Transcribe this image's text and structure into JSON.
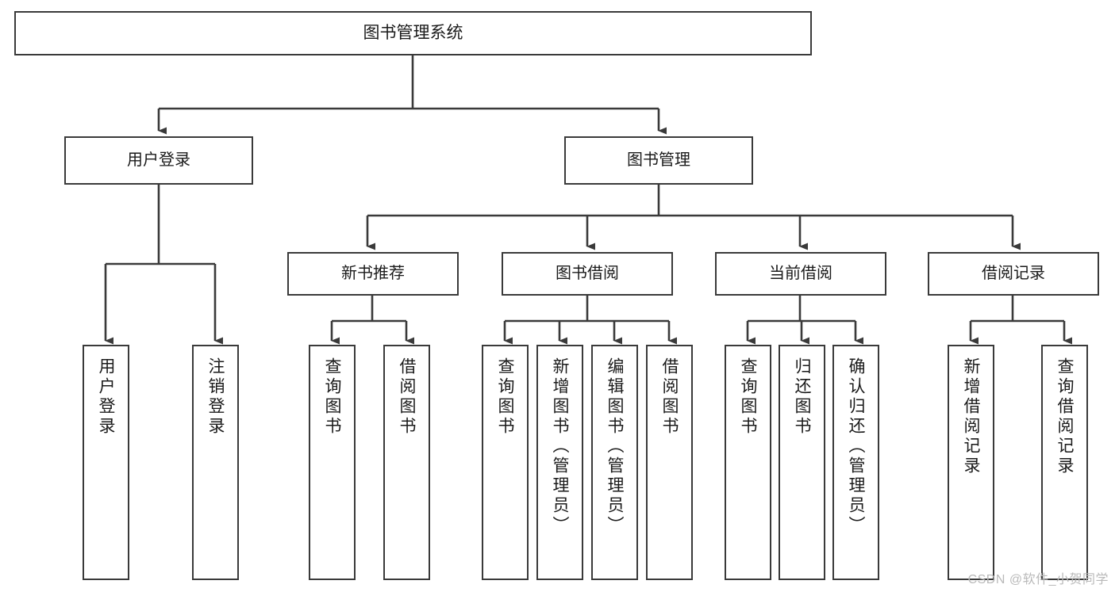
{
  "diagram": {
    "type": "tree",
    "title": "图书管理系统",
    "watermark": "CSDN @软件_小贺同学",
    "colors": {
      "background": "#ffffff",
      "box_border": "#3a3a3a",
      "box_fill": "#ffffff",
      "connector": "#3a3a3a",
      "text": "#1a1a1a",
      "watermark": "#b9b9b9"
    },
    "levels": {
      "root": "图书管理系统",
      "level1": [
        "用户登录",
        "图书管理"
      ],
      "level2": [
        "新书推荐",
        "图书借阅",
        "当前借阅",
        "借阅记录"
      ]
    },
    "nodes": {
      "root": {
        "label": "图书管理系统"
      },
      "user_login": {
        "label": "用户登录"
      },
      "book_manage": {
        "label": "图书管理"
      },
      "new_book_rec": {
        "label": "新书推荐"
      },
      "book_borrow": {
        "label": "图书借阅"
      },
      "current_borrow": {
        "label": "当前借阅"
      },
      "borrow_record": {
        "label": "借阅记录"
      },
      "leaf_user_login": {
        "label": "用户登录"
      },
      "leaf_user_logout": {
        "label": "注销登录"
      },
      "leaf_query_book_1": {
        "label": "查询图书"
      },
      "leaf_borrow_book_1": {
        "label": "借阅图书"
      },
      "leaf_query_book_2": {
        "label": "查询图书"
      },
      "leaf_add_book": {
        "label": "新增图书（管理员）"
      },
      "leaf_edit_book": {
        "label": "编辑图书（管理员）"
      },
      "leaf_borrow_book_2": {
        "label": "借阅图书"
      },
      "leaf_query_book_3": {
        "label": "查询图书"
      },
      "leaf_return_book": {
        "label": "归还图书"
      },
      "leaf_confirm_return": {
        "label": "确认归还（管理员）"
      },
      "leaf_add_record": {
        "label": "新增借阅记录"
      },
      "leaf_query_record": {
        "label": "查询借阅记录"
      }
    },
    "edges": [
      {
        "from": "root",
        "to": "user_login"
      },
      {
        "from": "root",
        "to": "book_manage"
      },
      {
        "from": "user_login",
        "to": "leaf_user_login"
      },
      {
        "from": "user_login",
        "to": "leaf_user_logout"
      },
      {
        "from": "book_manage",
        "to": "new_book_rec"
      },
      {
        "from": "book_manage",
        "to": "book_borrow"
      },
      {
        "from": "book_manage",
        "to": "current_borrow"
      },
      {
        "from": "book_manage",
        "to": "borrow_record"
      },
      {
        "from": "new_book_rec",
        "to": "leaf_query_book_1"
      },
      {
        "from": "new_book_rec",
        "to": "leaf_borrow_book_1"
      },
      {
        "from": "book_borrow",
        "to": "leaf_query_book_2"
      },
      {
        "from": "book_borrow",
        "to": "leaf_add_book"
      },
      {
        "from": "book_borrow",
        "to": "leaf_edit_book"
      },
      {
        "from": "book_borrow",
        "to": "leaf_borrow_book_2"
      },
      {
        "from": "current_borrow",
        "to": "leaf_query_book_3"
      },
      {
        "from": "current_borrow",
        "to": "leaf_return_book"
      },
      {
        "from": "current_borrow",
        "to": "leaf_confirm_return"
      },
      {
        "from": "borrow_record",
        "to": "leaf_add_record"
      },
      {
        "from": "borrow_record",
        "to": "leaf_query_record"
      }
    ]
  }
}
